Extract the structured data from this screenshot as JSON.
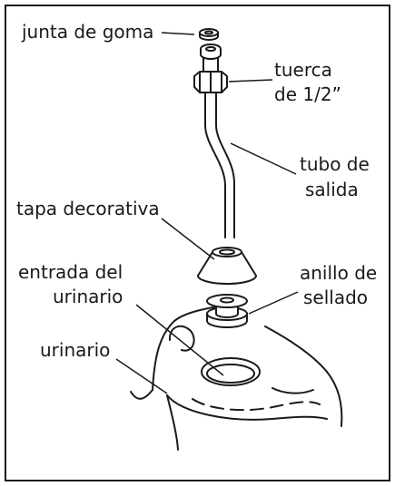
{
  "labels": {
    "rubber_gasket": "junta de goma",
    "nut_line1": "tuerca",
    "nut_line2": "de 1/2”",
    "outlet_tube_line1": "tubo de",
    "outlet_tube_line2": "salida",
    "decorative_cap": "tapa decorativa",
    "sealing_ring_line1": "anillo de",
    "sealing_ring_line2": "sellado",
    "urinal_inlet_line1": "entrada del",
    "urinal_inlet_line2": "urinario",
    "urinal": "urinario"
  },
  "colors": {
    "line": "#1a1a1a",
    "background": "#ffffff"
  }
}
